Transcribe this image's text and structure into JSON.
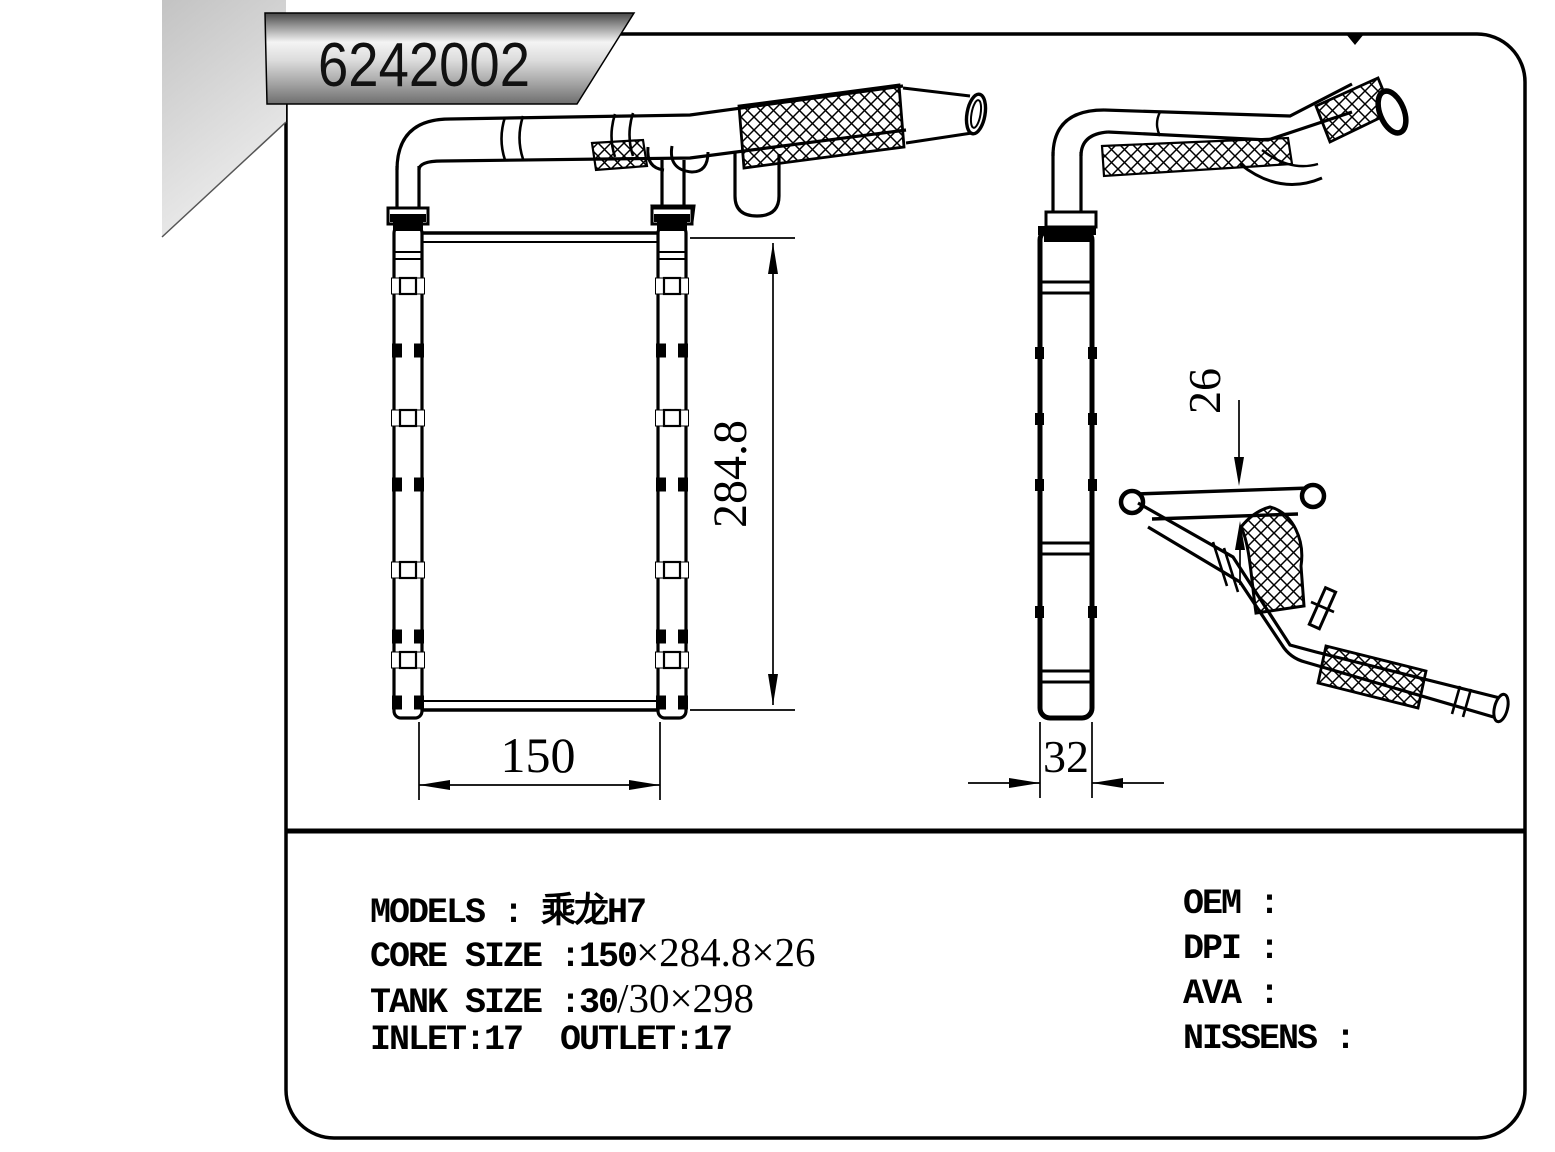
{
  "title_banner": {
    "part_number": "6242002"
  },
  "drawing": {
    "front_view": {
      "width_dim": "150",
      "height_dim": "284.8"
    },
    "side_view": {
      "depth_dim": "32"
    },
    "pipe_view": {
      "thickness_dim": "26"
    }
  },
  "spec_panel": {
    "left": {
      "models": "MODELS : 乘龙H7",
      "core_size_prefix": "CORE SIZE :150",
      "core_size_suffix": "×284.8×26",
      "tank_size_prefix": "TANK SIZE :30",
      "tank_size_suffix": "/30×298",
      "inlet_outlet": "INLET:17  OUTLET:17"
    },
    "right": {
      "oem": "OEM :",
      "dpi": "DPI :",
      "ava": "AVA :",
      "nissens": "NISSENS :"
    }
  }
}
